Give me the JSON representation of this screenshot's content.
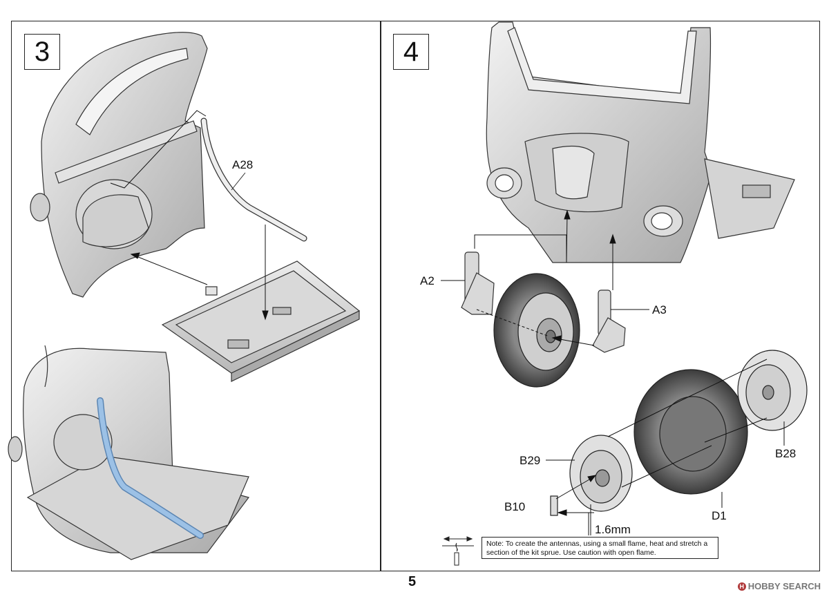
{
  "page": {
    "number": "5"
  },
  "steps": [
    {
      "number": "3"
    },
    {
      "number": "4"
    }
  ],
  "step3": {
    "parts": {
      "a28": "A28"
    }
  },
  "step4": {
    "parts": {
      "a2": "A2",
      "a3": "A3",
      "b29": "B29",
      "b10": "B10",
      "b28": "B28",
      "d1": "D1"
    },
    "measurement": "1.6mm",
    "note": "Note: To create the antennas, using a small flame, heat and stretch a section of the kit sprue. Use caution with open flame."
  },
  "watermark": {
    "text": "HOBBY SEARCH"
  },
  "colors": {
    "line": "#222222",
    "plastic": "#dcdcdc",
    "tire": "#5a5a5a",
    "highlight": "#8fb6df"
  }
}
